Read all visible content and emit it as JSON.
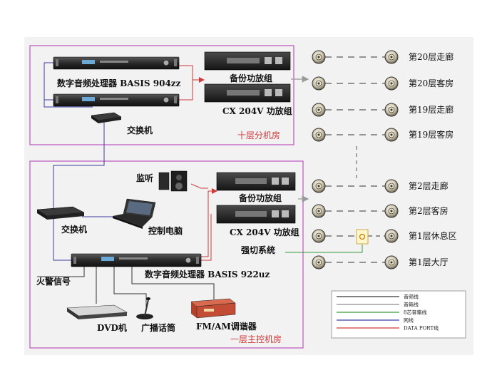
{
  "colors": {
    "audio_line": "#333333",
    "speaker_line": "#8a8a8a",
    "eight_core_line": "#3a9a3a",
    "network_line": "#3a3aa0",
    "data_port_line": "#d03a3a",
    "room_border": "#c060c0",
    "room_label": "#d03a3a",
    "background": "#f2f2f2"
  },
  "rooms": {
    "upper": "十层分机房",
    "lower": "一层主控机房"
  },
  "devices": {
    "processor_904": "数字音频处理器 BASIS 904zz",
    "backup_amp_upper": "备份功放组",
    "cx204v_upper": "CX 204V 功放组",
    "switch_upper": "交换机",
    "monitor": "监听",
    "backup_amp_lower": "备份功放组",
    "cx204v_lower": "CX 204V 功放组",
    "switch_lower": "交换机",
    "control_pc": "控制电脑",
    "forced_cut": "强切系统",
    "processor_922": "数字音频处理器 BASIS 922uz",
    "fire_alarm": "火警信号",
    "dvd": "DVD机",
    "broadcast_mic": "广播话筒",
    "tuner": "FM/AM调谐器"
  },
  "floors": [
    "第20层走廊",
    "第20层客房",
    "第19层走廊",
    "第19层客房",
    "第2层走廊",
    "第2层客房",
    "第1层休息区",
    "第1层大厅"
  ],
  "legend": [
    {
      "label": "音频线",
      "color": "#333333"
    },
    {
      "label": "音箱线",
      "color": "#8a8a8a"
    },
    {
      "label": "8芯音箱线",
      "color": "#3a9a3a"
    },
    {
      "label": "网线",
      "color": "#3a3aa0"
    },
    {
      "label": "DATA PORT线",
      "color": "#d03a3a"
    }
  ]
}
